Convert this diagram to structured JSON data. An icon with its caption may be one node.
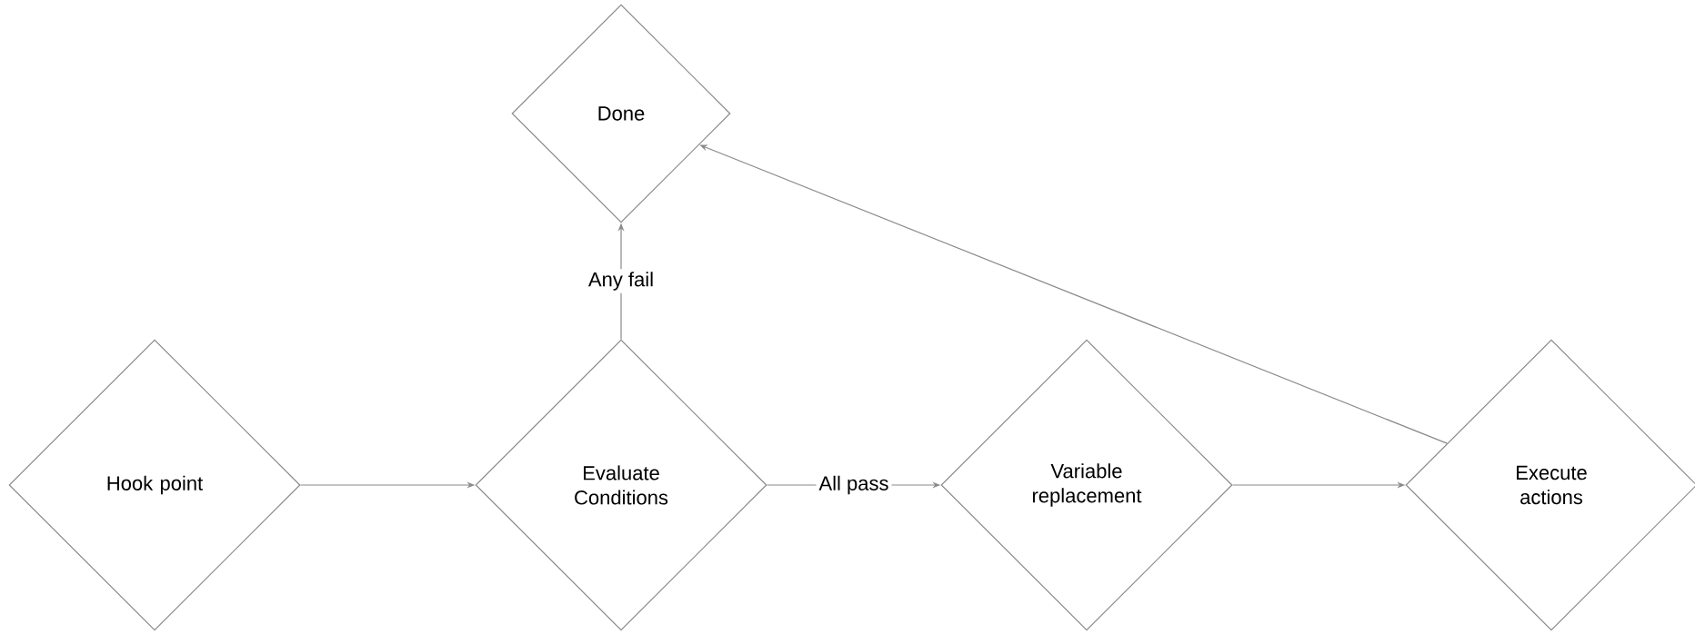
{
  "diagram": {
    "nodes": [
      {
        "text": [
          "Done"
        ]
      },
      {
        "text": [
          "Hook point"
        ]
      },
      {
        "text": [
          "Evaluate Conditions"
        ]
      },
      {
        "text": [
          "Variable replacement"
        ]
      },
      {
        "text": [
          "Execute actions"
        ]
      }
    ],
    "edges": [
      {
        "from": 1,
        "to": 2,
        "arrow": "to"
      },
      {
        "from": 2,
        "to": 0,
        "arrow": "to",
        "label": "Any fail"
      },
      {
        "from": 2,
        "to": 3,
        "arrow": "to",
        "label": "All pass"
      },
      {
        "from": 3,
        "to": 4,
        "arrow": "to"
      },
      {
        "from": 4,
        "to": 0,
        "arrow": "to"
      }
    ]
  }
}
